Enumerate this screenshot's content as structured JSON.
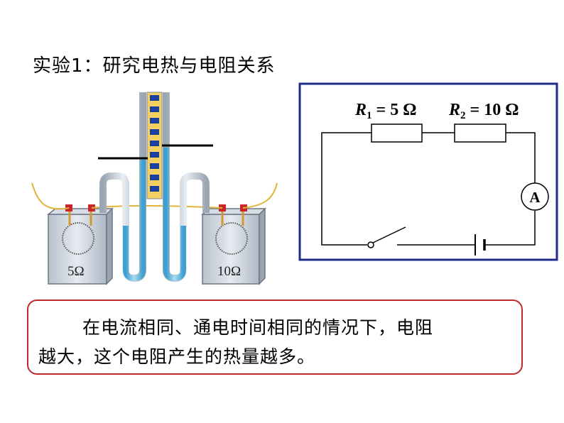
{
  "title": "实验1：研究电热与电阻关系",
  "apparatus": {
    "left_label": "5Ω",
    "right_label": "10Ω"
  },
  "circuit": {
    "r1_symbol": "R",
    "r1_sub": "1",
    "r1_value": " = 5 Ω",
    "r2_symbol": "R",
    "r2_sub": "2",
    "r2_value": " = 10 Ω",
    "ammeter": "A",
    "border_color": "#1f2d8c"
  },
  "conclusion": {
    "line1": "在电流相同、通电时间相同的情况下，电阻",
    "line2": "越大，这个电阻产生的热量越多。",
    "border_color": "#c0282a"
  }
}
